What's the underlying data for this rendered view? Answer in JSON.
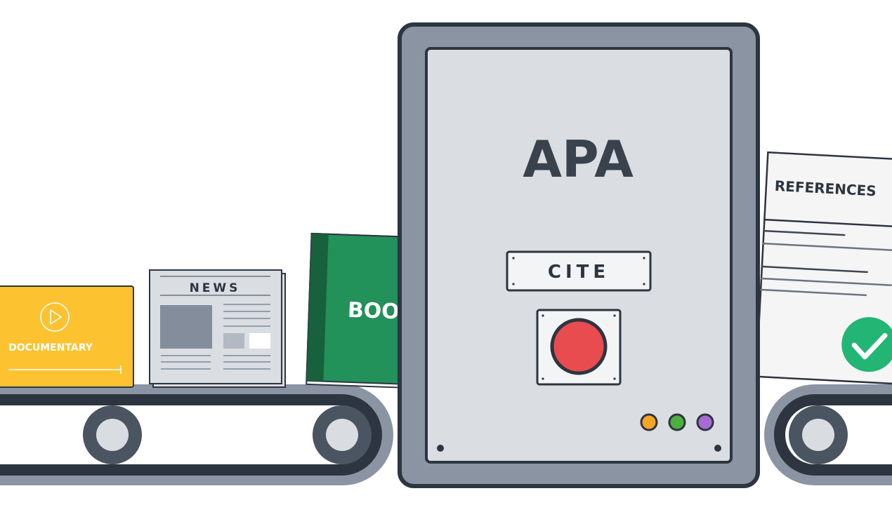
{
  "colors": {
    "outline": "#2d3540",
    "machine_body": "#8a94a3",
    "panel": "#dadde2",
    "documentary": "#fdc22f",
    "book": "#22915a",
    "book_spine": "#17613c",
    "button_red": "#e84c4f",
    "check_green": "#22b573",
    "dot_orange": "#f5a524",
    "dot_green": "#4caf3f",
    "dot_purple": "#a66bd3"
  },
  "items": {
    "documentary": {
      "label": "DOCUMENTARY",
      "icon": "play-icon"
    },
    "news": {
      "label": "NEWS"
    },
    "book": {
      "label": "BOOK"
    }
  },
  "machine": {
    "title": "APA",
    "cite_label": "CITE",
    "button_icon": "red-button"
  },
  "output": {
    "title": "REFERENCES",
    "icon": "check-icon"
  }
}
